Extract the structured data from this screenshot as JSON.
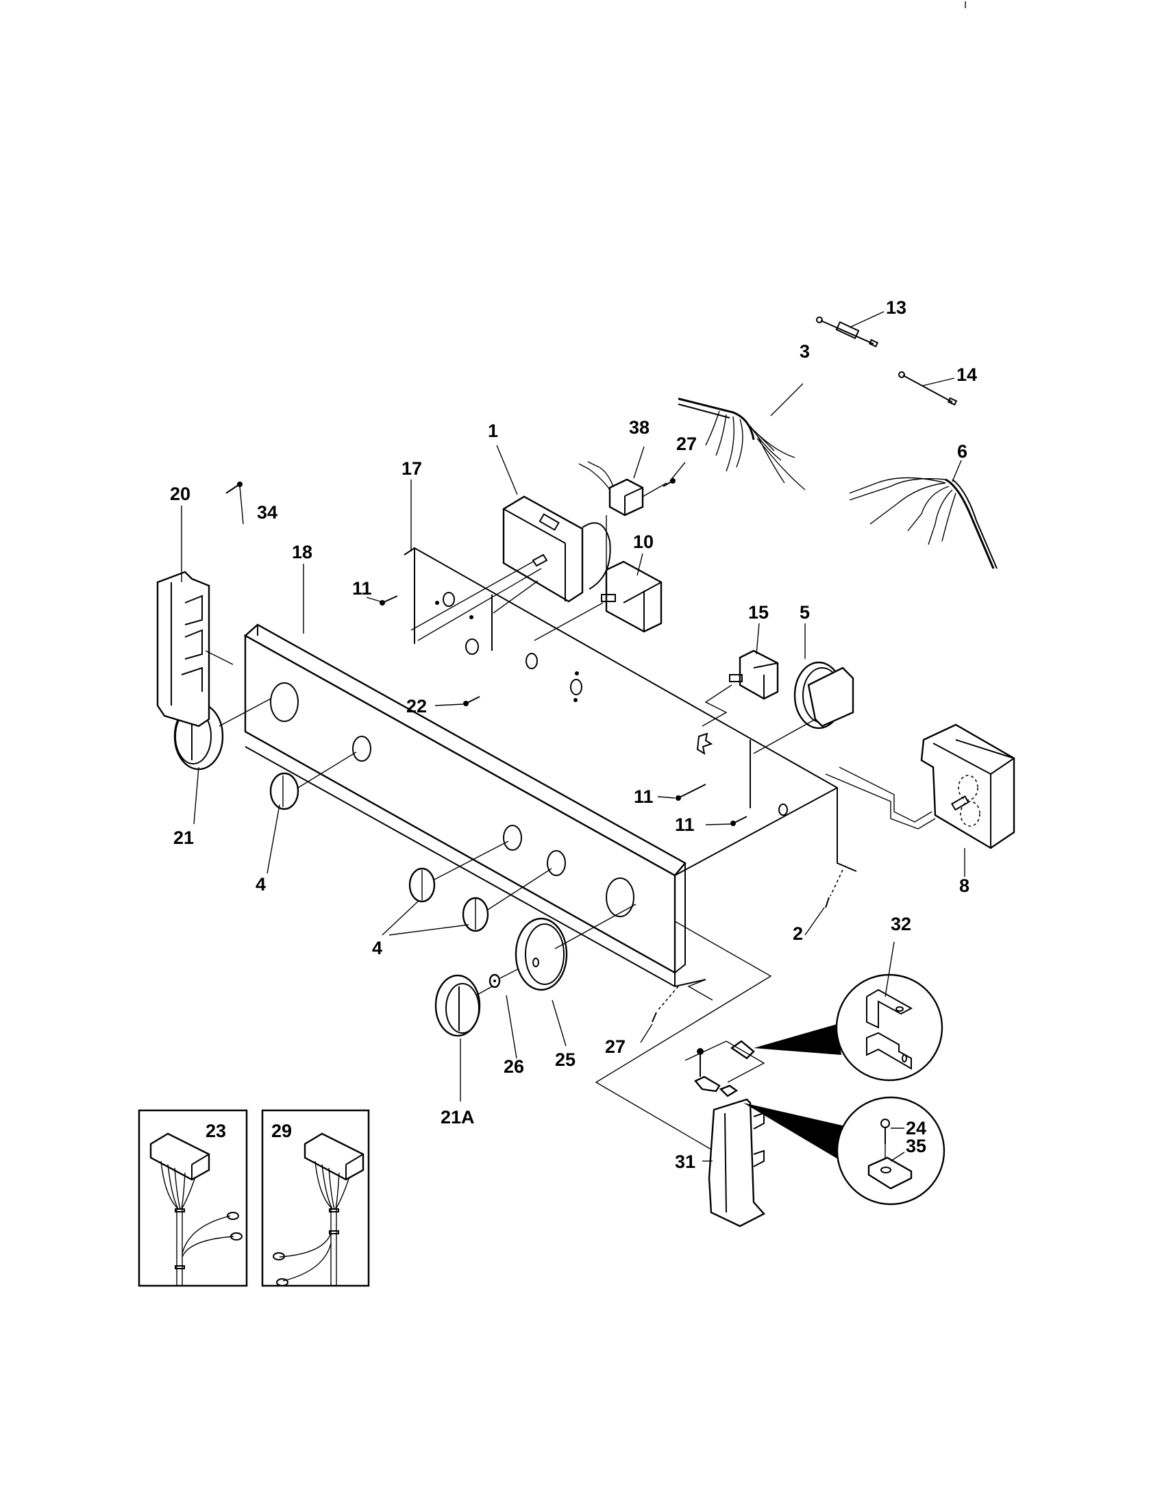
{
  "diagram": {
    "type": "exploded-parts-diagram",
    "subject": "control panel assembly",
    "callouts": [
      {
        "id": "c1",
        "label": "1"
      },
      {
        "id": "c2",
        "label": "2"
      },
      {
        "id": "c3",
        "label": "3"
      },
      {
        "id": "c4a",
        "label": "4"
      },
      {
        "id": "c4b",
        "label": "4"
      },
      {
        "id": "c5",
        "label": "5"
      },
      {
        "id": "c6",
        "label": "6"
      },
      {
        "id": "c8",
        "label": "8"
      },
      {
        "id": "c10",
        "label": "10"
      },
      {
        "id": "c11a",
        "label": "11"
      },
      {
        "id": "c11b",
        "label": "11"
      },
      {
        "id": "c11c",
        "label": "11"
      },
      {
        "id": "c13",
        "label": "13"
      },
      {
        "id": "c14",
        "label": "14"
      },
      {
        "id": "c15",
        "label": "15"
      },
      {
        "id": "c17",
        "label": "17"
      },
      {
        "id": "c18",
        "label": "18"
      },
      {
        "id": "c20",
        "label": "20"
      },
      {
        "id": "c21",
        "label": "21"
      },
      {
        "id": "c21a",
        "label": "21A"
      },
      {
        "id": "c22",
        "label": "22"
      },
      {
        "id": "c23",
        "label": "23"
      },
      {
        "id": "c24",
        "label": "24"
      },
      {
        "id": "c25",
        "label": "25"
      },
      {
        "id": "c26",
        "label": "26"
      },
      {
        "id": "c27a",
        "label": "27"
      },
      {
        "id": "c27b",
        "label": "27"
      },
      {
        "id": "c29",
        "label": "29"
      },
      {
        "id": "c31",
        "label": "31"
      },
      {
        "id": "c32",
        "label": "32"
      },
      {
        "id": "c34",
        "label": "34"
      },
      {
        "id": "c35",
        "label": "35"
      },
      {
        "id": "c38",
        "label": "38"
      }
    ],
    "insets": [
      {
        "name": "wire-harness-inset-23",
        "label": "23"
      },
      {
        "name": "wire-harness-inset-29",
        "label": "29"
      }
    ]
  }
}
